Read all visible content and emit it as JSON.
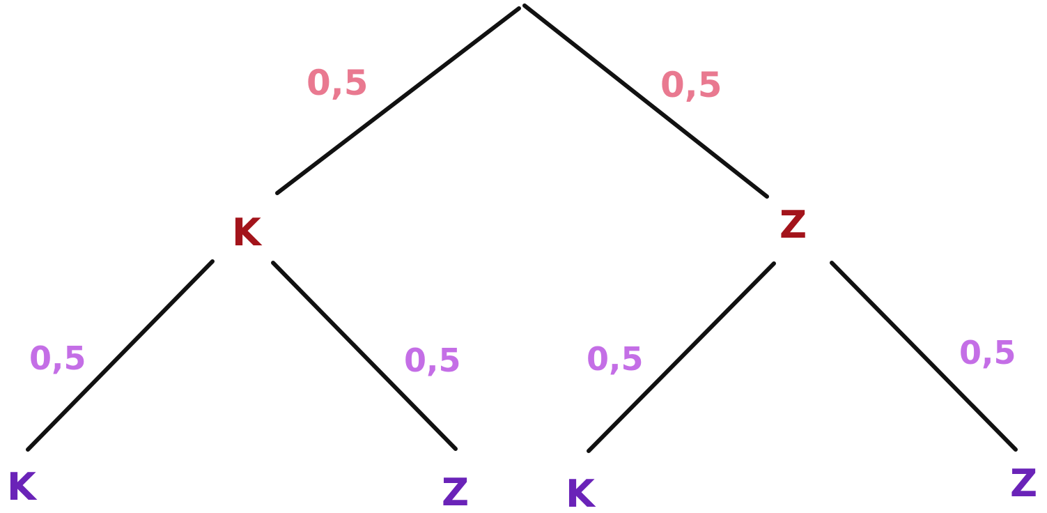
{
  "colors": {
    "branch": "#111111",
    "prob_level1": "#e97990",
    "prob_level2": "#c46ee6",
    "node_level1": "#a3141b",
    "node_level2": "#6a23b8"
  },
  "tree": {
    "level1": {
      "left_prob": "0,5",
      "right_prob": "0,5",
      "left_node": "K",
      "right_node": "Z"
    },
    "level2": {
      "k_left_prob": "0,5",
      "k_right_prob": "0,5",
      "z_left_prob": "0,5",
      "z_right_prob": "0,5",
      "leaves": [
        "K",
        "Z",
        "K",
        "Z"
      ]
    }
  }
}
